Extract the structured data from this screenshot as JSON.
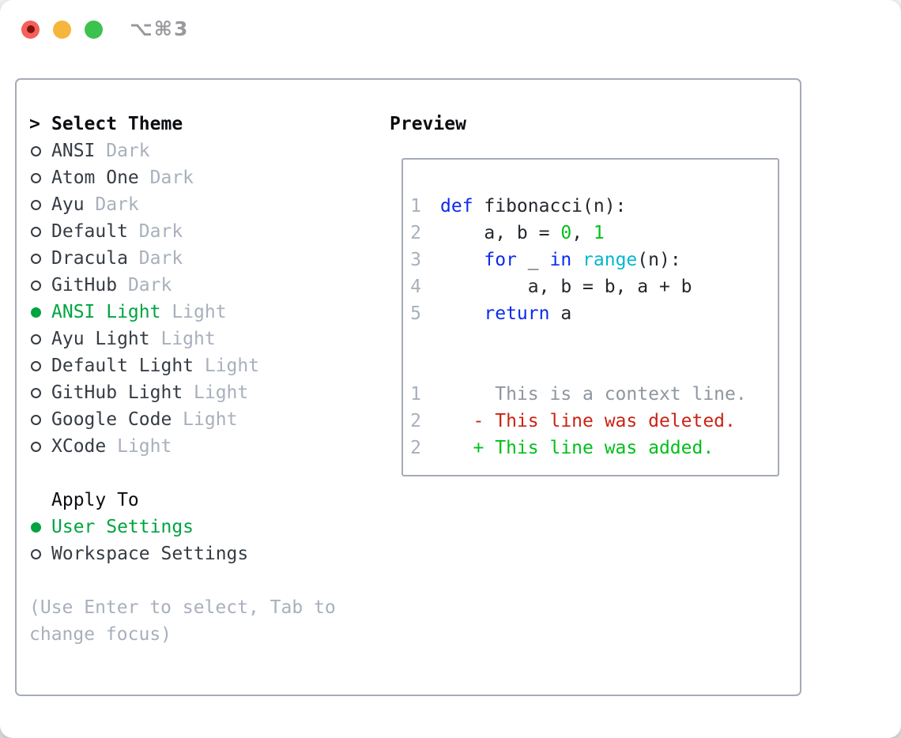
{
  "window": {
    "shortcut_title": "⌥⌘3"
  },
  "palette": {
    "heading": "#0b0d10",
    "text-dark": "#363c44",
    "muted": "#a8b0bc",
    "accent-green": "#00a440",
    "border": "#a5abb6",
    "title-gray": "#97999e",
    "traffic-red": "#f4605a",
    "traffic-red-dot": "#7e120c",
    "traffic-yellow": "#f6b53b",
    "traffic-green": "#3bc24f",
    "keyword": "#0b2af0",
    "builtin": "#00b8cd",
    "number": "#00c01a",
    "code-plain": "#24282e",
    "line-number": "#a8b0bc",
    "context": "#8f969e",
    "deleted": "#cb2315",
    "added": "#00c01a"
  },
  "theme_picker": {
    "prompt": ">",
    "header": "Select Theme",
    "items": [
      {
        "name": "ANSI",
        "variant": "Dark",
        "selected": false
      },
      {
        "name": "Atom One",
        "variant": "Dark",
        "selected": false
      },
      {
        "name": "Ayu",
        "variant": "Dark",
        "selected": false
      },
      {
        "name": "Default",
        "variant": "Dark",
        "selected": false
      },
      {
        "name": "Dracula",
        "variant": "Dark",
        "selected": false
      },
      {
        "name": "GitHub",
        "variant": "Dark",
        "selected": false
      },
      {
        "name": "ANSI Light",
        "variant": "Light",
        "selected": true
      },
      {
        "name": "Ayu Light",
        "variant": "Light",
        "selected": false
      },
      {
        "name": "Default Light",
        "variant": "Light",
        "selected": false
      },
      {
        "name": "GitHub Light",
        "variant": "Light",
        "selected": false
      },
      {
        "name": "Google Code",
        "variant": "Light",
        "selected": false
      },
      {
        "name": "XCode",
        "variant": "Light",
        "selected": false
      }
    ]
  },
  "apply_to": {
    "header": "Apply To",
    "options": [
      {
        "label": "User Settings",
        "selected": true
      },
      {
        "label": "Workspace Settings",
        "selected": false
      }
    ]
  },
  "help_text": "(Use Enter to select, Tab to change focus)",
  "preview": {
    "header": "Preview",
    "code_lines": [
      {
        "num": "1",
        "tokens": [
          {
            "c": "keyword",
            "t": "def"
          },
          {
            "c": "plain",
            "t": " fibonacci(n):"
          }
        ]
      },
      {
        "num": "2",
        "tokens": [
          {
            "c": "plain",
            "t": "    a, b = "
          },
          {
            "c": "number",
            "t": "0"
          },
          {
            "c": "plain",
            "t": ", "
          },
          {
            "c": "number",
            "t": "1"
          }
        ]
      },
      {
        "num": "3",
        "tokens": [
          {
            "c": "plain",
            "t": "    "
          },
          {
            "c": "keyword",
            "t": "for"
          },
          {
            "c": "plain",
            "t": " _ "
          },
          {
            "c": "keyword",
            "t": "in"
          },
          {
            "c": "plain",
            "t": " "
          },
          {
            "c": "builtin",
            "t": "range"
          },
          {
            "c": "plain",
            "t": "(n):"
          }
        ]
      },
      {
        "num": "4",
        "tokens": [
          {
            "c": "plain",
            "t": "        a, b = b, a + b"
          }
        ]
      },
      {
        "num": "5",
        "tokens": [
          {
            "c": "plain",
            "t": "    "
          },
          {
            "c": "keyword",
            "t": "return"
          },
          {
            "c": "plain",
            "t": " a"
          }
        ]
      },
      {
        "num": "",
        "tokens": []
      },
      {
        "num": "",
        "tokens": []
      },
      {
        "num": "1",
        "tokens": [
          {
            "c": "context",
            "t": "     This is a context line."
          }
        ]
      },
      {
        "num": "2",
        "tokens": [
          {
            "c": "deleted",
            "t": "   - This line was deleted."
          }
        ]
      },
      {
        "num": "2",
        "tokens": [
          {
            "c": "added",
            "t": "   + This line was added."
          }
        ]
      }
    ]
  }
}
